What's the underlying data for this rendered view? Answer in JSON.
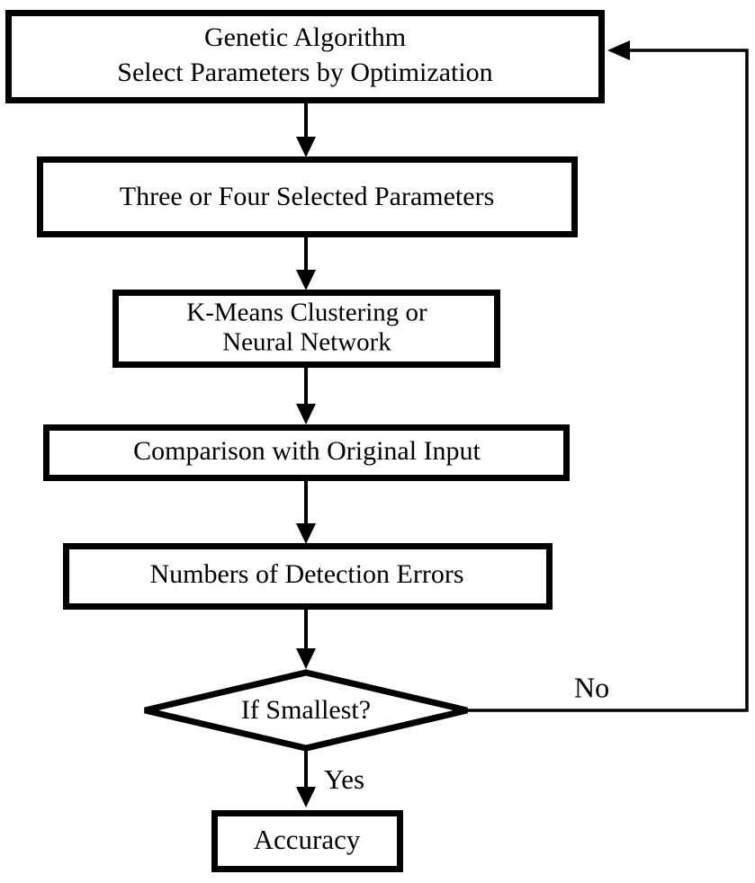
{
  "diagram": {
    "type": "flowchart",
    "title": "Genetic Algorithm Parameter Optimization Flowchart",
    "background_color": "#ffffff",
    "stroke_color": "#000000",
    "nodes": [
      {
        "id": "genetic-algorithm",
        "shape": "rectangle",
        "line1": "Genetic Algorithm",
        "line2": "Select Parameters by Optimization"
      },
      {
        "id": "selected-parameters",
        "shape": "rectangle",
        "line1": "Three or Four Selected Parameters",
        "line2": ""
      },
      {
        "id": "clustering-method",
        "shape": "rectangle",
        "line1": "K-Means Clustering  or",
        "line2": "Neural Network"
      },
      {
        "id": "comparison",
        "shape": "rectangle",
        "line1": "Comparison with  Original  Input",
        "line2": ""
      },
      {
        "id": "detection-errors",
        "shape": "rectangle",
        "line1": "Numbers of Detection  Errors",
        "line2": ""
      },
      {
        "id": "if-smallest",
        "shape": "diamond",
        "line1": "If Smallest?",
        "line2": ""
      },
      {
        "id": "accuracy",
        "shape": "rectangle",
        "line1": "Accuracy",
        "line2": ""
      }
    ],
    "edge_labels": {
      "no": "No",
      "yes": "Yes"
    }
  }
}
